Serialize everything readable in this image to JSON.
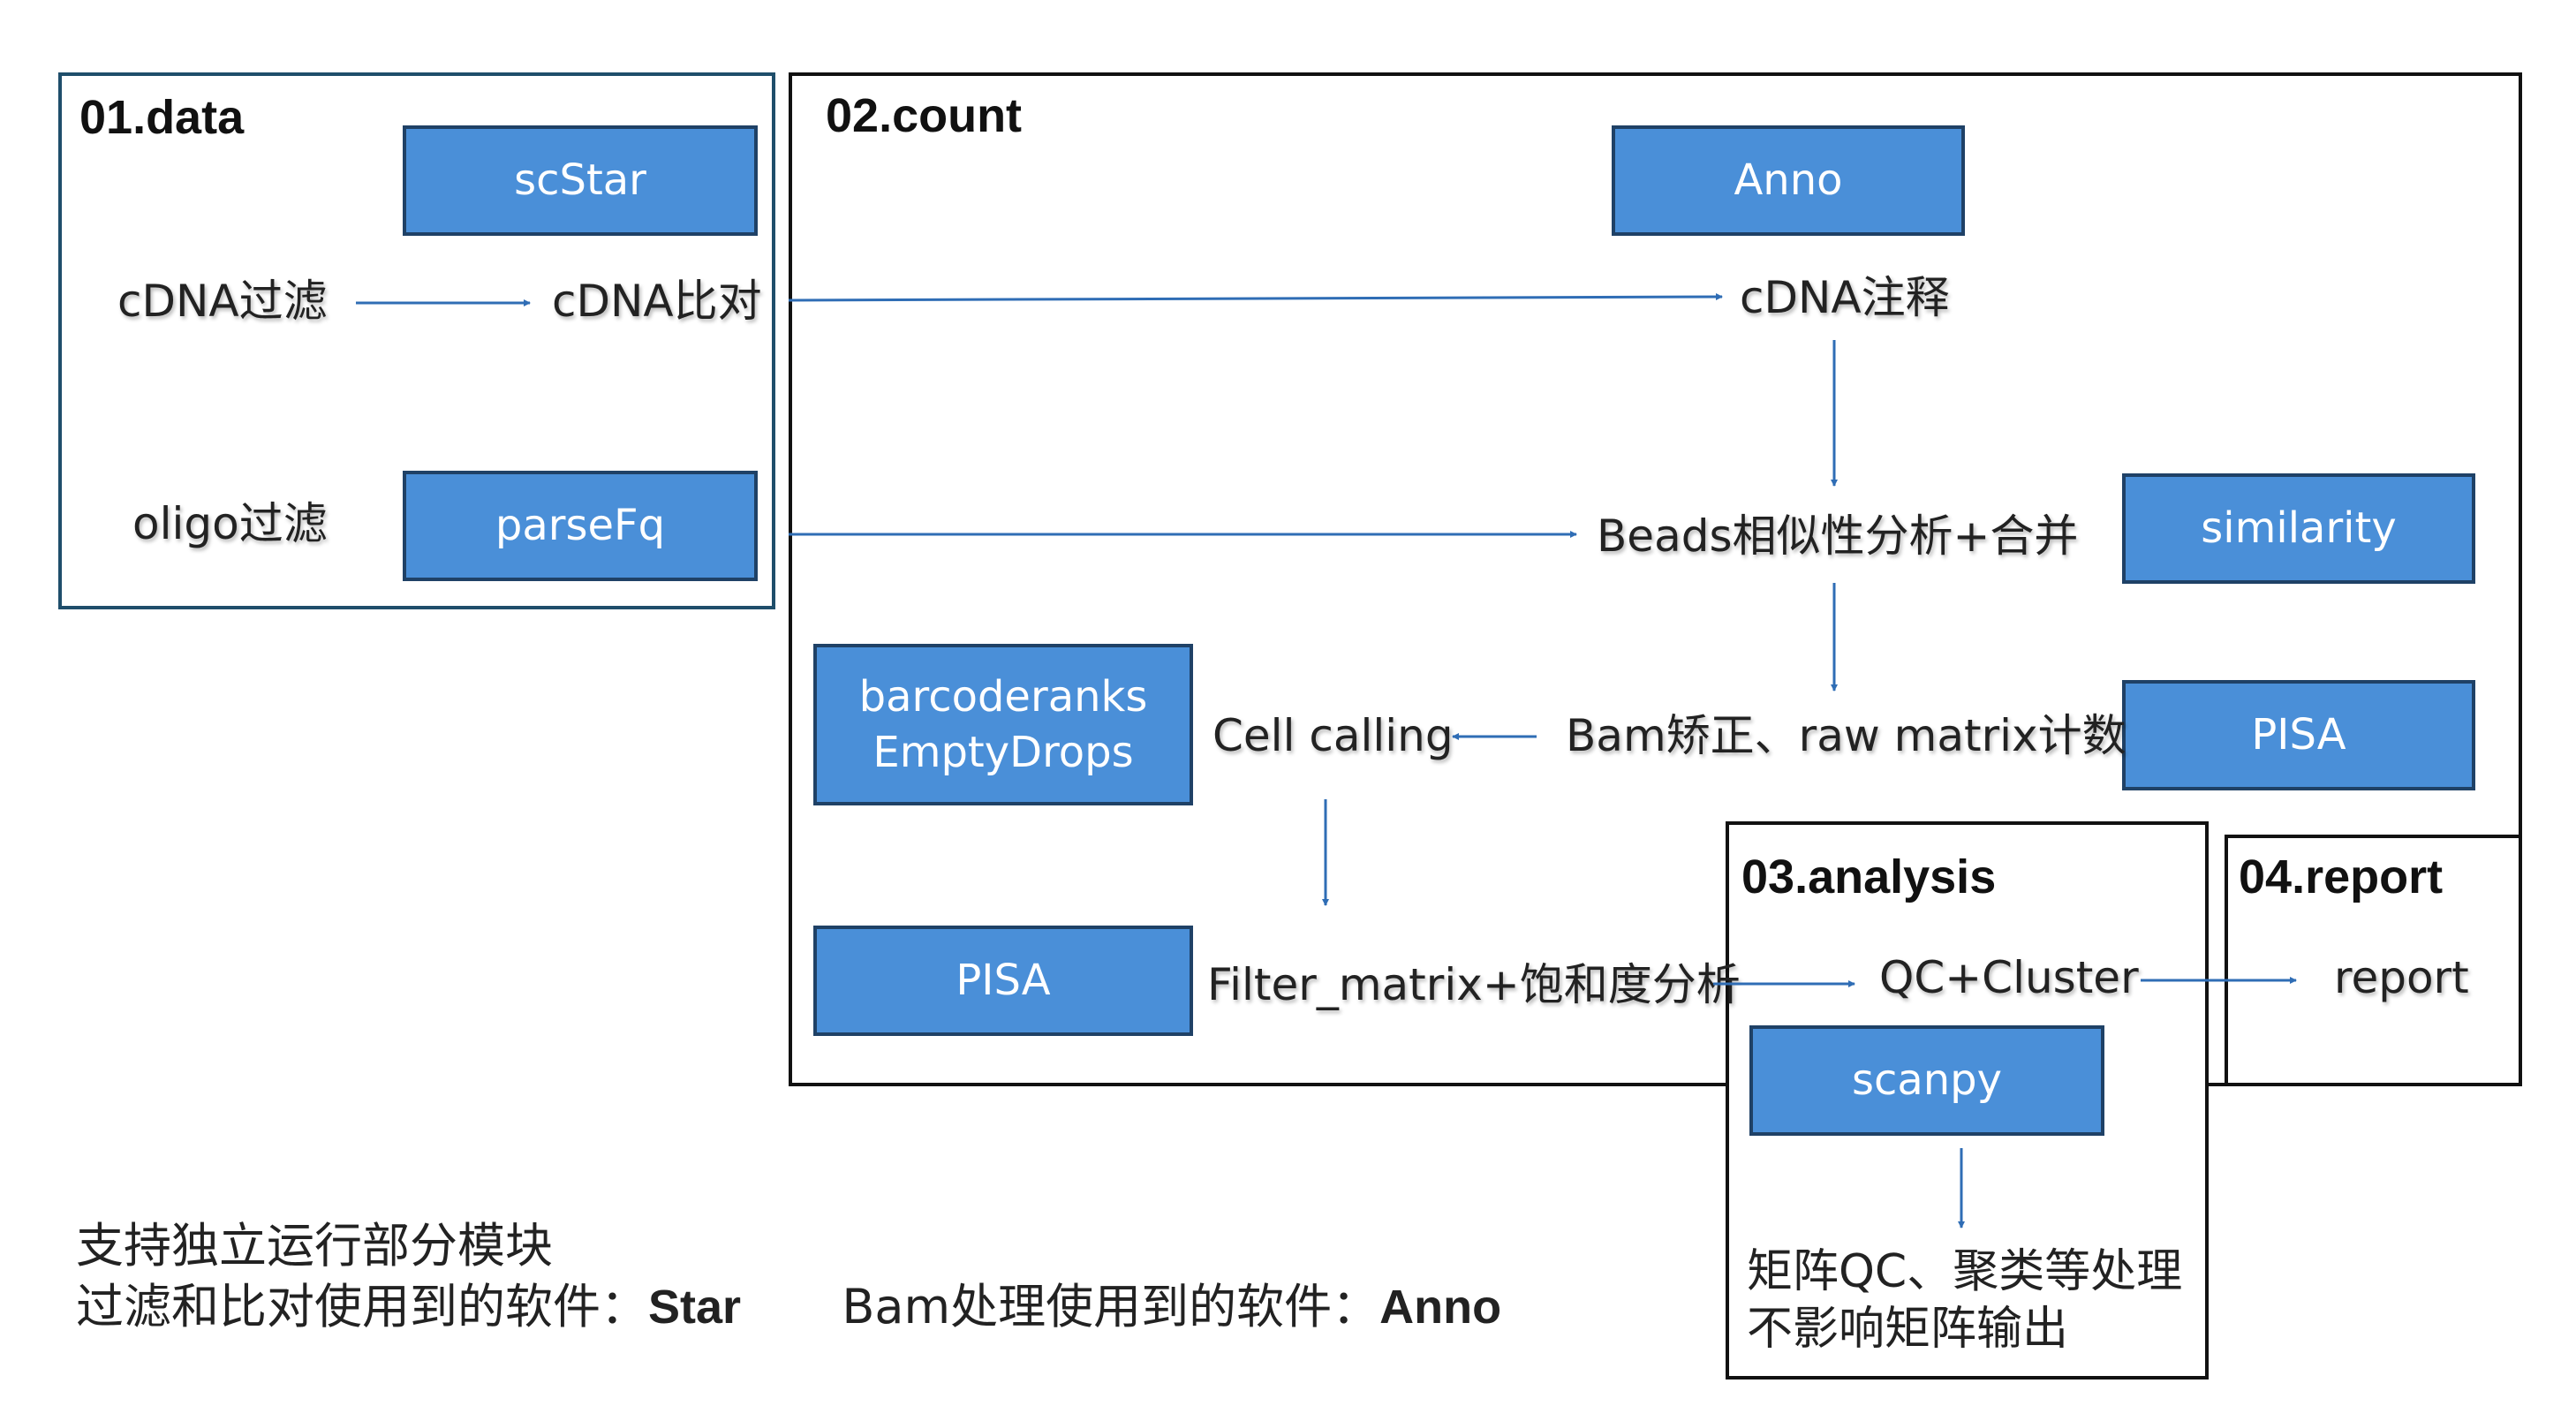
{
  "sections": {
    "data": "01.data",
    "count": "02.count",
    "analysis": "03.analysis",
    "report": "04.report"
  },
  "tools": {
    "scstar": "scStar",
    "parsefq": "parseFq",
    "anno": "Anno",
    "similarity": "similarity",
    "pisa_count": "PISA",
    "barcoderanks": "barcoderanks",
    "emptydrops": "EmptyDrops",
    "pisa_filter": "PISA",
    "scanpy": "scanpy"
  },
  "steps": {
    "cdna_filter": "cDNA过滤",
    "cdna_align": "cDNA比对",
    "oligo_filter": "oligo过滤",
    "cdna_annotate": "cDNA注释",
    "beads_similarity": "Beads相似性分析+合并",
    "bam_correct": "Bam矫正、raw matrix计数",
    "cell_calling": "Cell calling",
    "filter_matrix": "Filter_matrix+饱和度分析",
    "qc_cluster": "QC+Cluster",
    "report": "report"
  },
  "notes": {
    "line1": "支持独立运行部分模块",
    "line2_prefix": "过滤和比对使用到的软件：",
    "line2_star": "Star",
    "line2_mid": "Bam处理使用到的软件：",
    "line2_anno": "Anno",
    "analysis_note_1": "矩阵QC、聚类等处理",
    "analysis_note_2": "不影响矩阵输出"
  },
  "colors": {
    "tool_fill": "#4a8fd8",
    "tool_border": "#1f4166",
    "arrow": "#2f6db5",
    "frame": "#111111",
    "data_frame": "#1f4e6b"
  }
}
